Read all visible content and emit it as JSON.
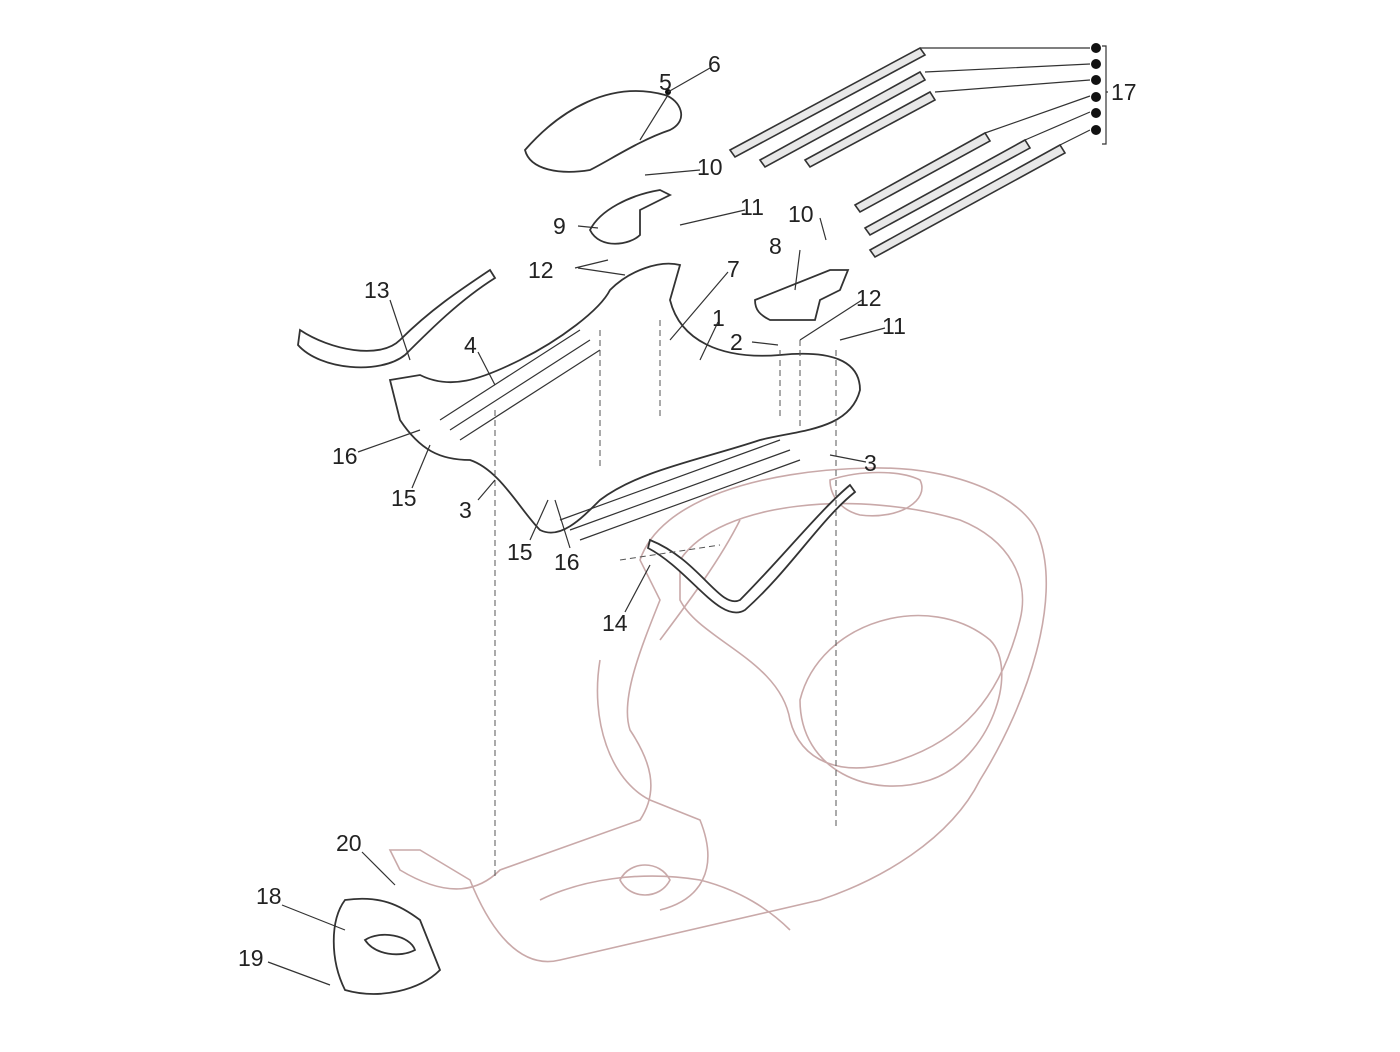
{
  "diagram": {
    "type": "exploded-parts-diagram",
    "colors": {
      "parts": "#333333",
      "body_outline": "#c9a9a9",
      "labels": "#222222"
    },
    "labels": [
      "5",
      "6",
      "10",
      "11",
      "9",
      "12",
      "7",
      "10",
      "8",
      "12",
      "11",
      "1",
      "2",
      "13",
      "4",
      "16",
      "15",
      "3",
      "3",
      "15",
      "16",
      "14",
      "17",
      "20",
      "18",
      "19"
    ]
  }
}
